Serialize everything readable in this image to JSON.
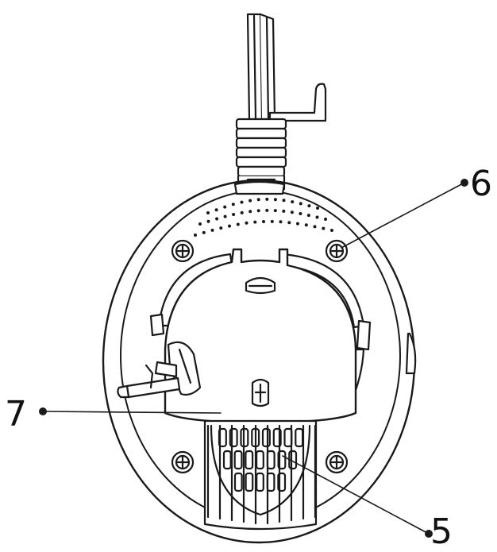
{
  "callouts": {
    "label_5": "5",
    "label_6": "6",
    "label_7": "7"
  },
  "colors": {
    "stroke": "#1a1a1a",
    "fill": "#ffffff",
    "background": "#ffffff"
  }
}
